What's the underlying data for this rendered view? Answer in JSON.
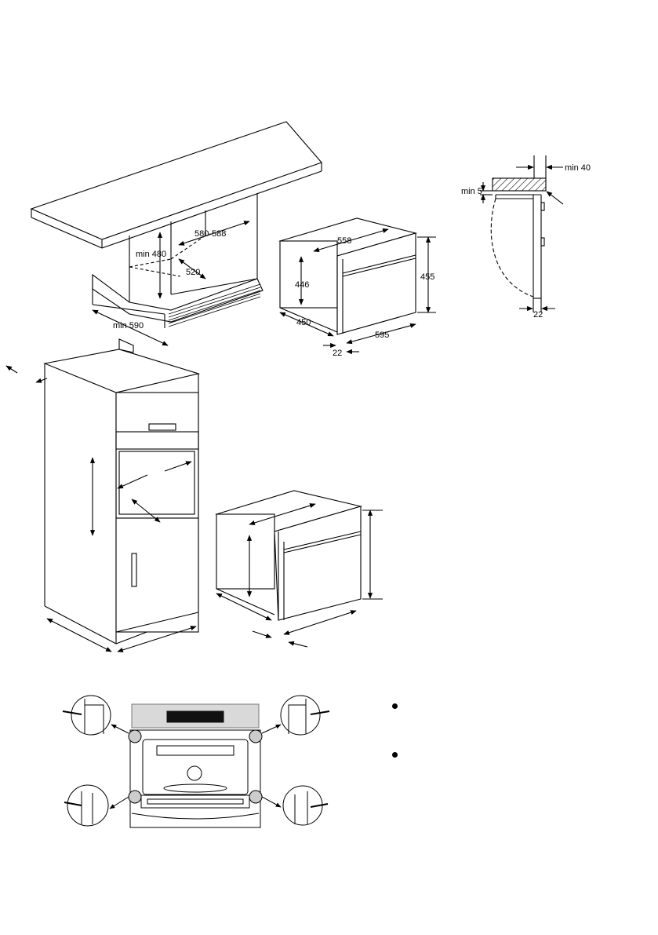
{
  "diagram": {
    "counter_install": {
      "labels": [
        "580-588",
        "min 480",
        "520",
        "min 590"
      ]
    },
    "oven_dimensions": {
      "labels": [
        "558",
        "446",
        "455",
        "450",
        "595",
        "22"
      ]
    },
    "side_clearance": {
      "labels": [
        "min 40",
        "min 5",
        "22"
      ]
    }
  },
  "bullets": [
    "",
    ""
  ],
  "colors": {
    "line": "#000000",
    "panel": "#d9d9d9",
    "dark": "#111111"
  }
}
